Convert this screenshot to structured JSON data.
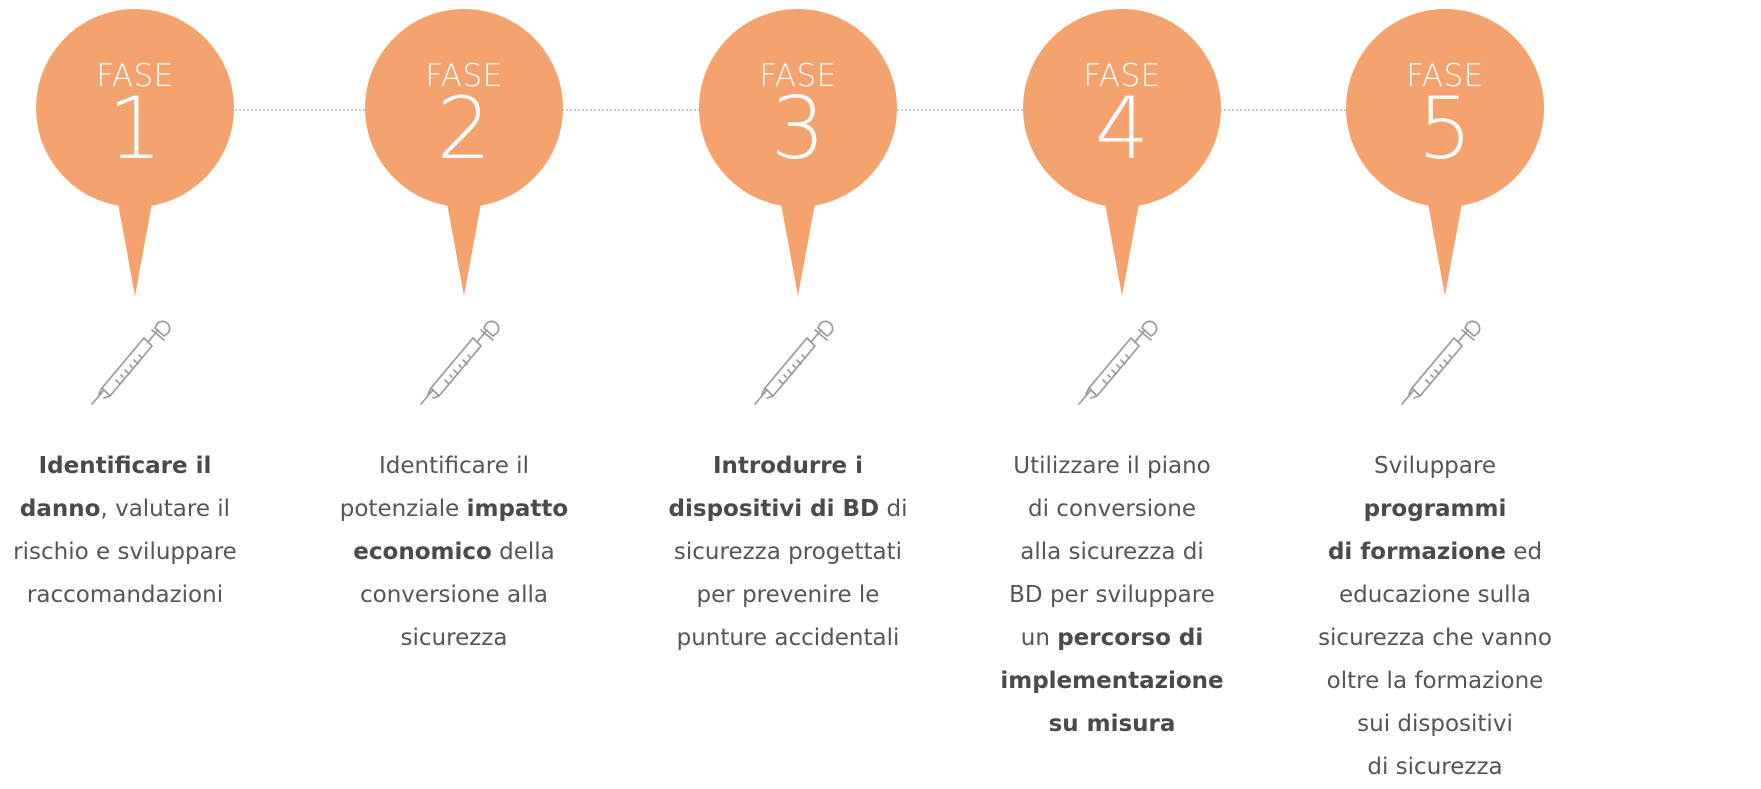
{
  "colors": {
    "pin": "#F4A26E",
    "text": "#555555",
    "connector": "#C9C9C9",
    "icon": "#999999"
  },
  "steps": [
    {
      "label": "FASE",
      "number": "1",
      "icon": "syringe-icon",
      "lines": [
        [
          {
            "t": "Identificare il",
            "b": true
          }
        ],
        [
          {
            "t": "danno",
            "b": true
          },
          {
            "t": ", valutare il"
          }
        ],
        [
          {
            "t": "rischio e sviluppare"
          }
        ],
        [
          {
            "t": "raccomandazioni"
          }
        ]
      ]
    },
    {
      "label": "FASE",
      "number": "2",
      "icon": "syringe-icon",
      "lines": [
        [
          {
            "t": "Identificare il"
          }
        ],
        [
          {
            "t": "potenziale "
          },
          {
            "t": "impatto",
            "b": true
          }
        ],
        [
          {
            "t": "economico",
            "b": true
          },
          {
            "t": " della"
          }
        ],
        [
          {
            "t": "conversione alla"
          }
        ],
        [
          {
            "t": "sicurezza"
          }
        ]
      ]
    },
    {
      "label": "FASE",
      "number": "3",
      "icon": "syringe-icon",
      "lines": [
        [
          {
            "t": "Introdurre i",
            "b": true
          }
        ],
        [
          {
            "t": "dispositivi di BD",
            "b": true
          },
          {
            "t": " di"
          }
        ],
        [
          {
            "t": "sicurezza progettati"
          }
        ],
        [
          {
            "t": "per prevenire le"
          }
        ],
        [
          {
            "t": "punture accidentali"
          }
        ]
      ]
    },
    {
      "label": "FASE",
      "number": "4",
      "icon": "syringe-icon",
      "lines": [
        [
          {
            "t": "Utilizzare il piano"
          }
        ],
        [
          {
            "t": "di conversione"
          }
        ],
        [
          {
            "t": "alla sicurezza di"
          }
        ],
        [
          {
            "t": "BD per sviluppare"
          }
        ],
        [
          {
            "t": "un "
          },
          {
            "t": "percorso di",
            "b": true
          }
        ],
        [
          {
            "t": "implementazione",
            "b": true
          }
        ],
        [
          {
            "t": "su misura",
            "b": true
          }
        ]
      ]
    },
    {
      "label": "FASE",
      "number": "5",
      "icon": "syringe-icon",
      "lines": [
        [
          {
            "t": "Sviluppare"
          }
        ],
        [
          {
            "t": "programmi",
            "b": true
          }
        ],
        [
          {
            "t": "di formazione",
            "b": true
          },
          {
            "t": " ed"
          }
        ],
        [
          {
            "t": "educazione sulla"
          }
        ],
        [
          {
            "t": "sicurezza che vanno"
          }
        ],
        [
          {
            "t": "oltre la formazione"
          }
        ],
        [
          {
            "t": "sui dispositivi"
          }
        ],
        [
          {
            "t": "di sicurezza"
          }
        ]
      ]
    }
  ]
}
